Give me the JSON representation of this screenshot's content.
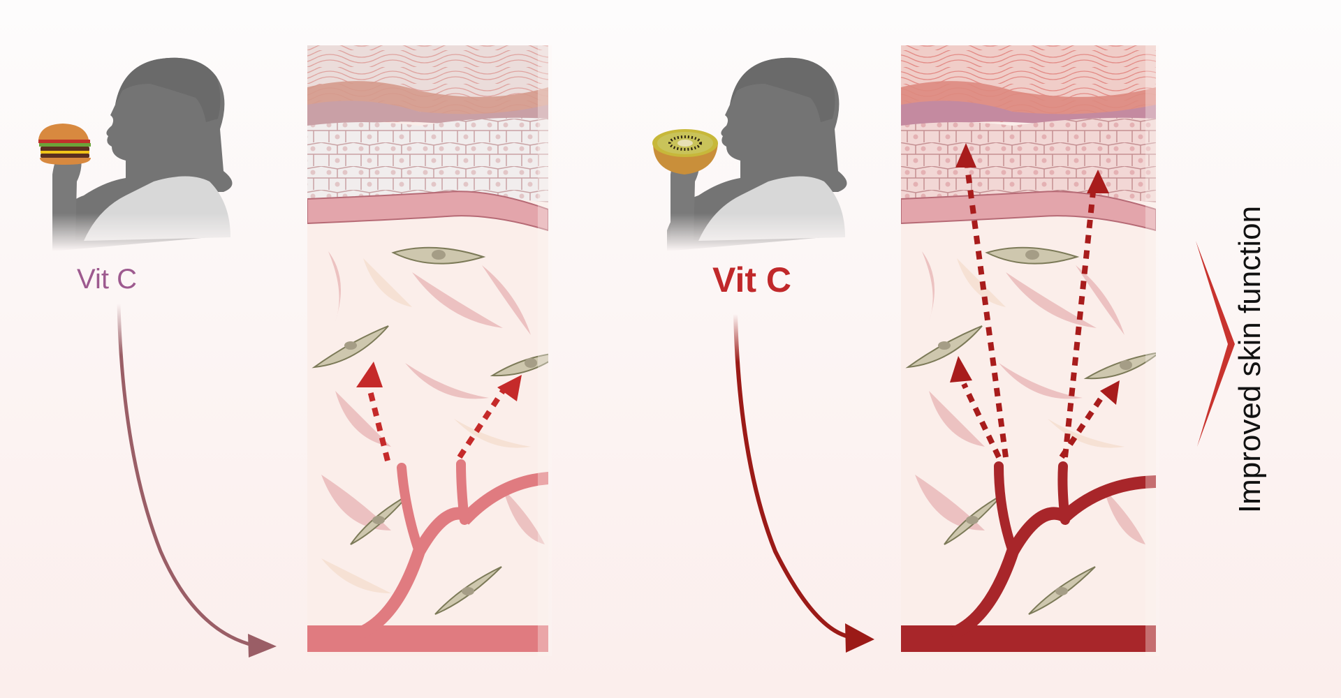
{
  "figure": {
    "title": "Vitamin C intake and skin function",
    "panels": [
      {
        "id": "low",
        "food": "hamburger",
        "label": "Vit C",
        "label_color": "#9d5a8f",
        "label_weight": "normal",
        "arrow_color": "#9a5e66",
        "vessel_color": "#e07b80",
        "diffusion_arrows": 2,
        "epidermis_reached": false
      },
      {
        "id": "high",
        "food": "kiwi fruit",
        "label": "Vit C",
        "label_color": "#c0282a",
        "label_weight": "bold",
        "arrow_color": "#9b1a17",
        "vessel_color": "#a8262a",
        "diffusion_arrows": 4,
        "epidermis_reached": true
      }
    ],
    "outcome": {
      "label": "Improved skin function",
      "chevron_color": "#c8332e"
    },
    "icons": [
      "person-silhouette-icon",
      "hamburger-icon",
      "kiwi-icon",
      "skin-cross-section-icon",
      "fibroblast-icon",
      "blood-vessel-icon",
      "chevron-right-icon"
    ]
  }
}
